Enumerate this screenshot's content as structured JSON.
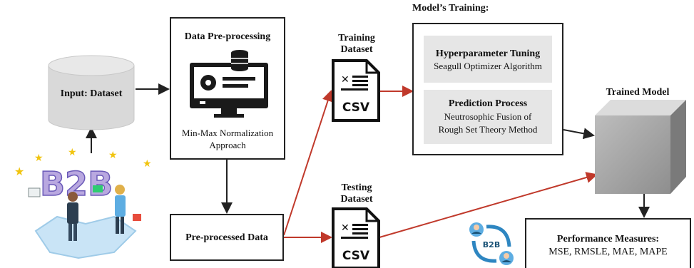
{
  "input": {
    "label": "Input: Dataset"
  },
  "preprocessing": {
    "title": "Data Pre-processing",
    "method_line1": "Min-Max Normalization",
    "method_line2": "Approach"
  },
  "preprocessed": {
    "label": "Pre-processed Data"
  },
  "training_dataset": {
    "line1": "Training",
    "line2": "Dataset",
    "file_label": "CSV"
  },
  "testing_dataset": {
    "line1": "Testing",
    "line2": "Dataset",
    "file_label": "CSV"
  },
  "model_training": {
    "title": "Model’s Training:",
    "hyperparameter_title": "Hyperparameter Tuning",
    "hyperparameter_text": "Seagull Optimizer Algorithm",
    "prediction_title": "Prediction Process",
    "prediction_line1": "Neutrosophic Fusion of",
    "prediction_line2": "Rough Set Theory Method"
  },
  "trained_model": {
    "label": "Trained Model"
  },
  "performance": {
    "title": "Performance Measures:",
    "metrics": "MSE, RMSLE, MAE, MAPE"
  },
  "b2b_logo": {
    "text": "B2B"
  },
  "b2b_badge": {
    "text": "B2B"
  },
  "colors": {
    "red_arrow": "#c0392b",
    "black_arrow": "#222222",
    "gray_panel": "#e6e6e6"
  }
}
